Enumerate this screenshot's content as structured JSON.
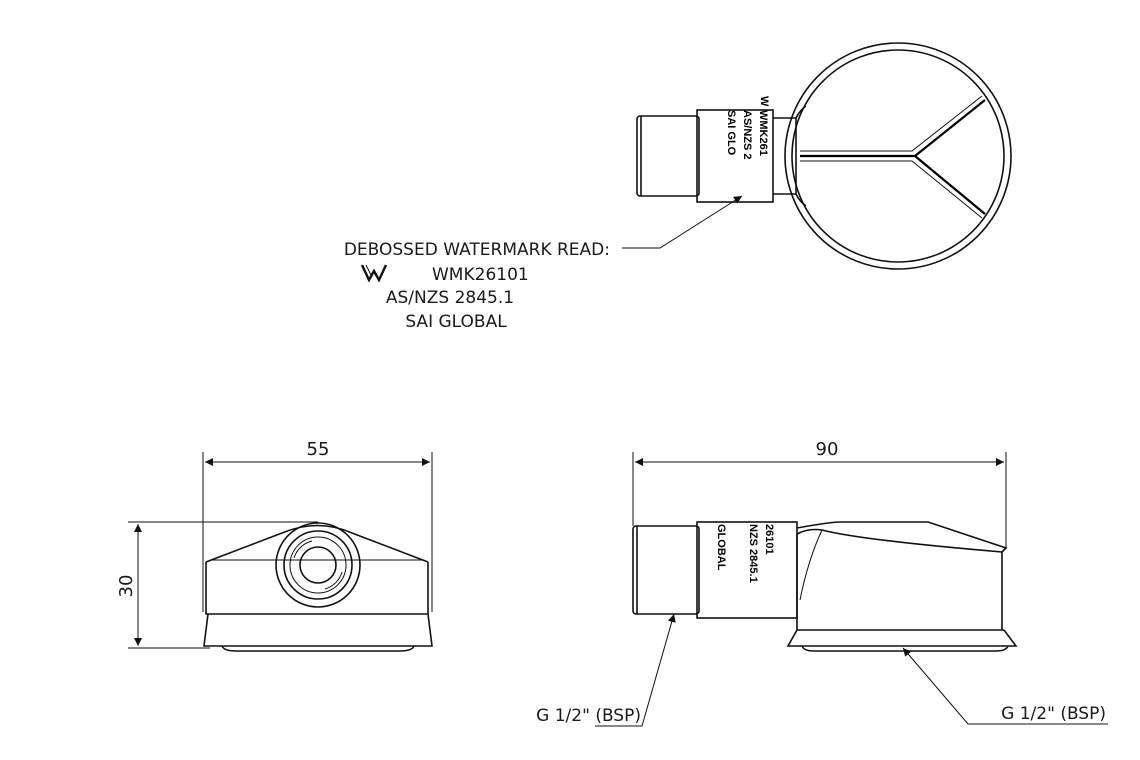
{
  "annotation": {
    "heading": "DEBOSSED WATERMARK READ:",
    "line1": "WMK26101",
    "line2": "AS/NZS 2845.1",
    "line3": "SAI GLOBAL",
    "logo_icon": "watermark-w-icon"
  },
  "top_view_marking": {
    "col1": "WMK261",
    "col2": "AS/NZS 2",
    "col3": "SAI GLO"
  },
  "side_view_marking": {
    "col1": "26101",
    "col2": "NZS 2845.1",
    "col3": "GLOBAL"
  },
  "dimensions": {
    "front_width": "55",
    "front_height": "30",
    "side_width": "90"
  },
  "thread_labels": {
    "inlet": "G 1/2\" (BSP)",
    "outlet": "G 1/2\" (BSP)"
  }
}
